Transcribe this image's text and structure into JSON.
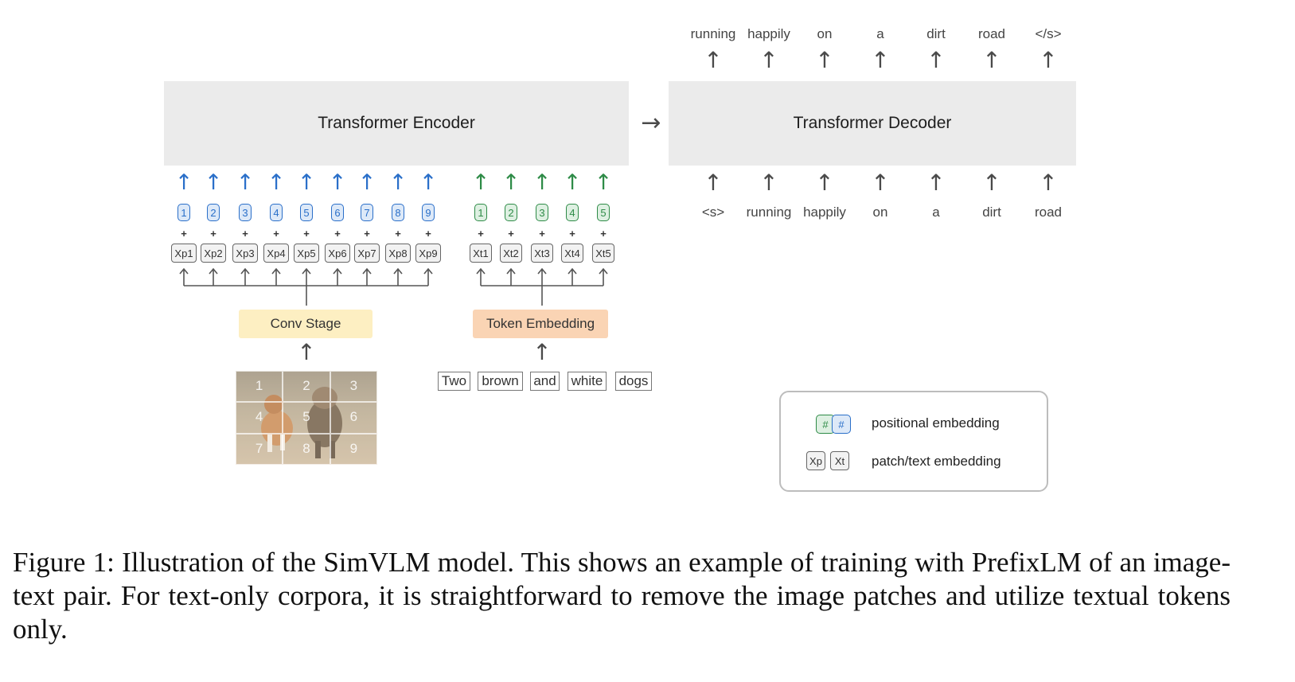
{
  "encoder": {
    "label": "Transformer Encoder"
  },
  "decoder": {
    "label": "Transformer Decoder"
  },
  "connector_arrow": "→",
  "up_arrow": "↑",
  "plus_sign": "+",
  "decoder_outputs": [
    "running",
    "happily",
    "on",
    "a",
    "dirt",
    "road",
    "</s>"
  ],
  "decoder_inputs": [
    "<s>",
    "running",
    "happily",
    "on",
    "a",
    "dirt",
    "road"
  ],
  "patch_positions": [
    "1",
    "2",
    "3",
    "4",
    "5",
    "6",
    "7",
    "8",
    "9"
  ],
  "patch_embeddings": [
    "Xp1",
    "Xp2",
    "Xp3",
    "Xp4",
    "Xp5",
    "Xp6",
    "Xp7",
    "Xp8",
    "Xp9"
  ],
  "text_positions": [
    "1",
    "2",
    "3",
    "4",
    "5"
  ],
  "text_embeddings": [
    "Xt1",
    "Xt2",
    "Xt3",
    "Xt4",
    "Xt5"
  ],
  "conv_stage": {
    "label": "Conv Stage",
    "color": "#fdefc2"
  },
  "token_embedding": {
    "label": "Token Embedding",
    "color": "#fad4b4"
  },
  "input_words": [
    "Two",
    "brown",
    "and",
    "white",
    "dogs"
  ],
  "image_patch_numbers": [
    "1",
    "2",
    "3",
    "4",
    "5",
    "6",
    "7",
    "8",
    "9"
  ],
  "legend": {
    "pos_symbol": "#",
    "pos_label": "positional embedding",
    "emb_xp": "Xp",
    "emb_xt": "Xt",
    "emb_label": "patch/text embedding"
  },
  "colors": {
    "patch": "#2a6fc9",
    "text": "#2e8b47"
  },
  "caption": "Figure 1: Illustration of the SimVLM model. This shows an example of training with PrefixLM of an image-text pair. For text-only corpora, it is straightforward to remove the image patches and utilize textual tokens only."
}
